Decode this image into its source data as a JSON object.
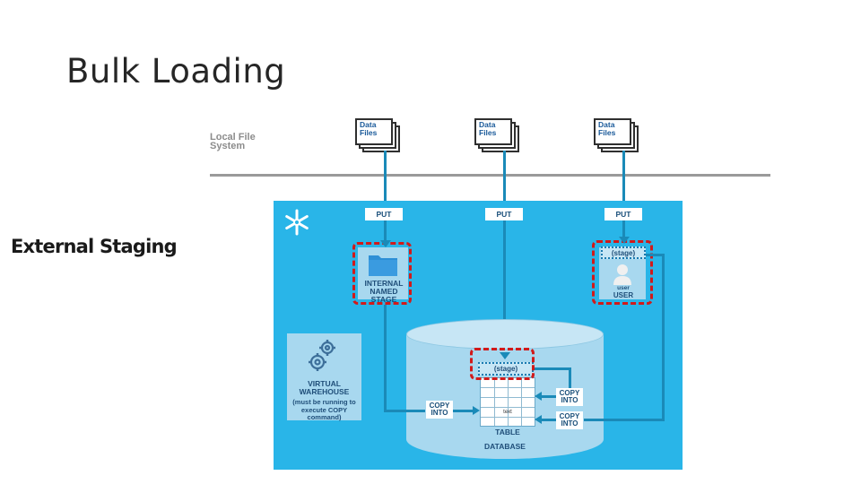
{
  "slide": {
    "title": "Bulk Loading",
    "side_label": "External Staging"
  },
  "diagram": {
    "local_fs_line1": "Local File",
    "local_fs_line2": "System",
    "data_files_line1": "Data",
    "data_files_line2": "Files",
    "put_label": "PUT",
    "internal_stage_line1": "INTERNAL",
    "internal_stage_line2": "NAMED",
    "internal_stage_line3": "STAGE",
    "user_stage_label": "(stage)",
    "user_label_line1": "user",
    "user_label_line2": "USER",
    "table_stage_label": "(stage)",
    "table_label": "TABLE",
    "table_text": "text",
    "database_label": "DATABASE",
    "warehouse_line1": "VIRTUAL",
    "warehouse_line2": "WAREHOUSE",
    "warehouse_note1": "(must be running to",
    "warehouse_note2": "execute COPY",
    "warehouse_note3": "command)",
    "copy_line1": "COPY",
    "copy_line2": "INTO",
    "colors": {
      "cloud": "#29b5e8",
      "stage_fill": "#a8d8ef",
      "highlight": "#d11a1a",
      "connector": "#1a8ab8"
    }
  }
}
